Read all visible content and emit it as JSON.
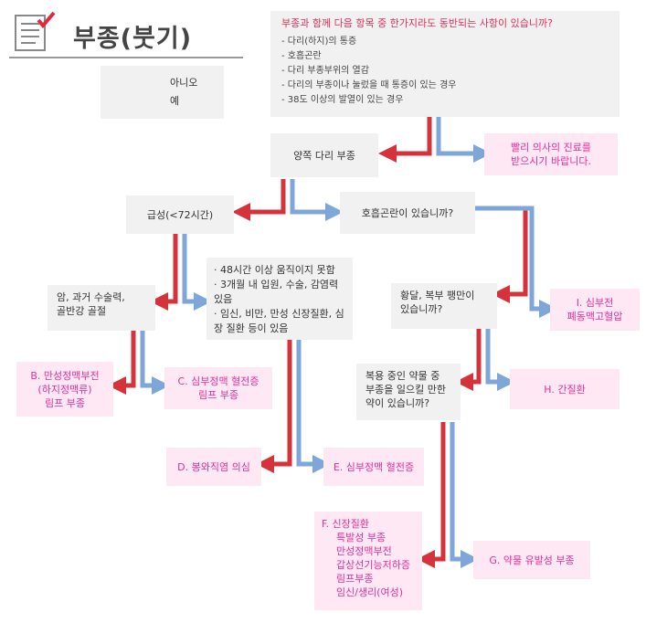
{
  "title": "부종(붓기)",
  "legend": {
    "no": "아니오",
    "yes": "예"
  },
  "colors": {
    "no_arrow": "#d4333c",
    "yes_arrow": "#7ea6d8",
    "pink_box": "#fde8f3",
    "pink_text": "#e0309a",
    "gray_box": "#f1f1f1"
  },
  "top_question": {
    "heading": "부종과 함께 다음 항목 중 한가지라도 동반되는 사항이 있습니까?",
    "items": [
      "다리(하지)의 통증",
      "호흡곤란",
      "다리 부종부위의 열감",
      "다리의 부종이나 눌렀을 때 통증이 있는 경우",
      "38도 이상의 발열이 있는 경우"
    ]
  },
  "nodes": {
    "both_legs": "양쪽 다리 부종",
    "see_doctor": [
      "빨리 의사의 진료를",
      "받으시기 바랍니다."
    ],
    "acute": "급성(<72시간)",
    "dyspnea": "호흡곤란이 있습니까?",
    "risk_factors": [
      "48시간 이상 움직이지 못함",
      "3개월 내 입원, 수술, 감염력 있음",
      "임신, 비만, 만성 신장질환, 심장 질환 등이 있음"
    ],
    "cancer": [
      "암,  과거 수술력,",
      "골반강 골절"
    ],
    "jaundice": [
      "황달, 복부 팽만이",
      "있습니까?"
    ],
    "pulm": [
      "I. 심부전",
      "폐동맥고혈압"
    ],
    "medication": [
      "복용 중인 약물 중",
      "부종을 일으킬 만한",
      "약이 있습니까?"
    ],
    "liver": "H. 간질환",
    "b_box": [
      "B. 만성정맥부전",
      "(하지정맥류)",
      "림프 부종"
    ],
    "c_box": [
      "C. 심부정맥 혈전증",
      "림프 부종"
    ],
    "d_box": "D. 봉와직염 의심",
    "e_box": "E. 심부정맥 혈전증",
    "f_box": [
      "F. 신장질환",
      "특발성 부종",
      "만성정맥부전",
      "갑상선기능저하증",
      "림프부종",
      "임신/생리(여성)"
    ],
    "g_box": "G. 약물 유발성 부종"
  }
}
